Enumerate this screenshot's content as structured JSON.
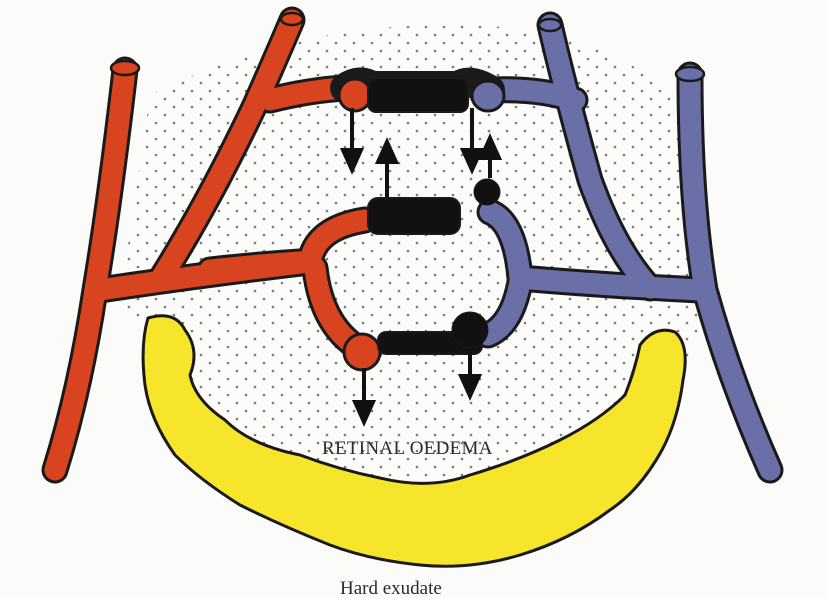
{
  "labels": {
    "oedema": "RETINAL OEDEMA",
    "exudate": "Hard exudate"
  },
  "colors": {
    "artery": "#d8441f",
    "vein": "#6a6fa8",
    "leak": "#111111",
    "exudate": "#f6e52a",
    "dots": "#6b6b6b",
    "background": "#fbfbf9"
  },
  "icons": [
    "leak-arrow-down",
    "leak-arrow-up"
  ]
}
